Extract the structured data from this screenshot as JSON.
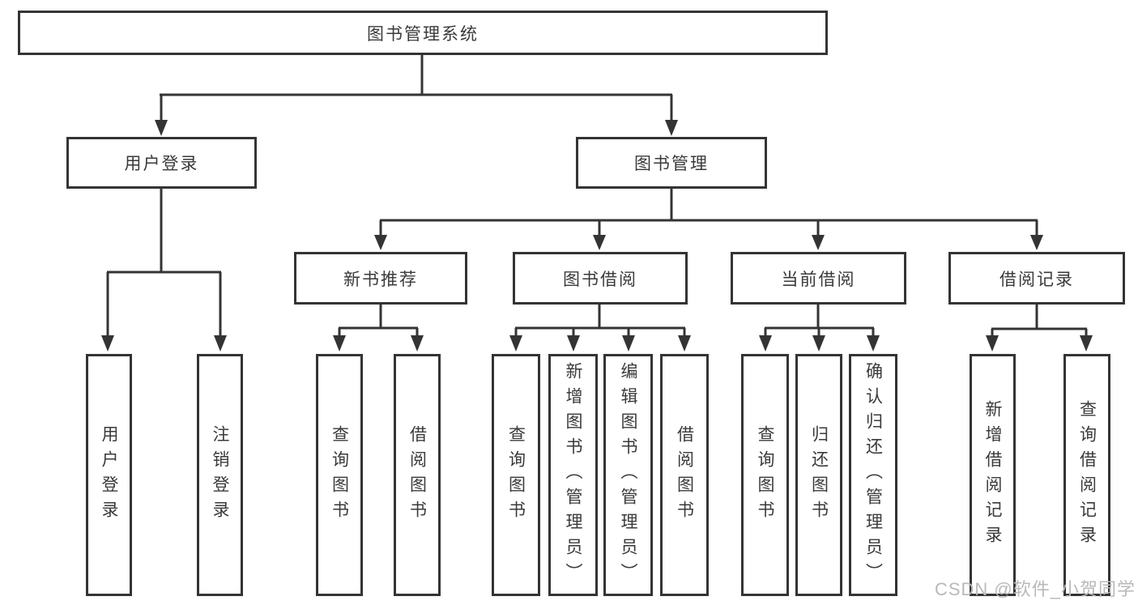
{
  "diagram": {
    "root": {
      "label": "图书管理系统"
    },
    "children": [
      {
        "label": "用户登录",
        "children": [
          {
            "label": "用户登录"
          },
          {
            "label": "注销登录"
          }
        ]
      },
      {
        "label": "图书管理",
        "children": [
          {
            "label": "新书推荐",
            "children": [
              {
                "label": "查询图书"
              },
              {
                "label": "借阅图书"
              }
            ]
          },
          {
            "label": "图书借阅",
            "children": [
              {
                "label": "查询图书"
              },
              {
                "label": "新增图书（管理员）"
              },
              {
                "label": "编辑图书（管理员）"
              },
              {
                "label": "借阅图书"
              }
            ]
          },
          {
            "label": "当前借阅",
            "children": [
              {
                "label": "查询图书"
              },
              {
                "label": "归还图书"
              },
              {
                "label": "确认归还（管理员）"
              }
            ]
          },
          {
            "label": "借阅记录",
            "children": [
              {
                "label": "新增借阅记录"
              },
              {
                "label": "查询借阅记录"
              }
            ]
          }
        ]
      }
    ]
  },
  "watermark": {
    "text": "CSDN @软件_小贺同学"
  },
  "colors": {
    "line": "#343434",
    "text": "#3a3a3a",
    "watermark": "#b9b9b9",
    "background": "#ffffff"
  }
}
